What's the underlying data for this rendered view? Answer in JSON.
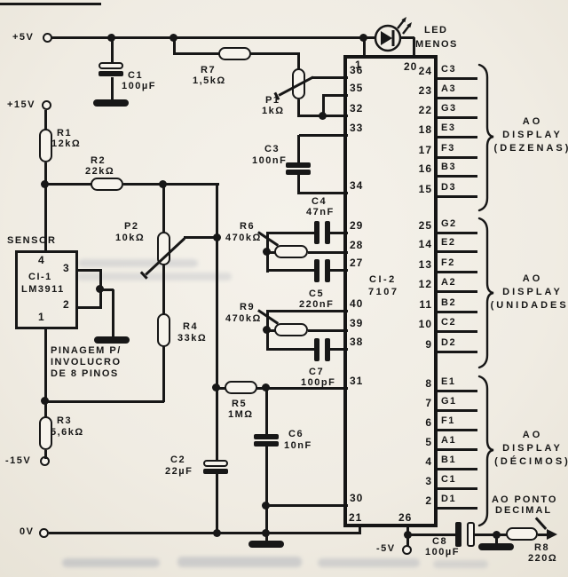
{
  "power": {
    "plus5": "+5V",
    "plus15": "+15V",
    "minus15": "-15V",
    "zero": "0V",
    "minus5": "-5V"
  },
  "led": {
    "line1": "LED",
    "line2": "MENOS"
  },
  "sensor": {
    "title": "SENSOR",
    "chip1": "CI-1",
    "chip2": "LM3911",
    "pin_top": "4",
    "pin_right_upper": "3",
    "pin_right_lower": "2",
    "pin_bottom": "1",
    "note1": "PINAGEM P/",
    "note2": "INVOLUCRO",
    "note3": "DE 8 PINOS"
  },
  "components": {
    "r1": {
      "name": "R1",
      "value": "12kΩ"
    },
    "r2": {
      "name": "R2",
      "value": "22kΩ"
    },
    "r3": {
      "name": "R3",
      "value": "5,6kΩ"
    },
    "r4": {
      "name": "R4",
      "value": "33kΩ"
    },
    "r5": {
      "name": "R5",
      "value": "1MΩ"
    },
    "r6": {
      "name": "R6",
      "value": "470kΩ"
    },
    "r7": {
      "name": "R7",
      "value": "1,5kΩ"
    },
    "r8": {
      "name": "R8",
      "value": "220Ω"
    },
    "r9": {
      "name": "R9",
      "value": "470kΩ"
    },
    "p1": {
      "name": "P1",
      "value": "1kΩ"
    },
    "p2": {
      "name": "P2",
      "value": "10kΩ"
    },
    "c1": {
      "name": "C1",
      "value": "100µF"
    },
    "c2": {
      "name": "C2",
      "value": "22µF"
    },
    "c3": {
      "name": "C3",
      "value": "100nF"
    },
    "c4": {
      "name": "C4",
      "value": "47nF"
    },
    "c5": {
      "name": "C5",
      "value": "220nF"
    },
    "c6": {
      "name": "C6",
      "value": "10nF"
    },
    "c7": {
      "name": "C7",
      "value": "100pF"
    },
    "c8": {
      "name": "C8",
      "value": "100µF"
    }
  },
  "ic": {
    "title1": "CI-2",
    "title2": "7107",
    "pin_top_left": "1",
    "pin_top_right": "20",
    "pin_bottom_left": "21",
    "pin_bottom_right": "26",
    "left_pins": [
      "36",
      "35",
      "32",
      "33",
      "34",
      "29",
      "28",
      "27",
      "40",
      "39",
      "38",
      "31",
      "30"
    ],
    "groups": [
      {
        "pins": [
          [
            "24",
            "C3"
          ],
          [
            "23",
            "A3"
          ],
          [
            "22",
            "G3"
          ],
          [
            "18",
            "E3"
          ],
          [
            "17",
            "F3"
          ],
          [
            "16",
            "B3"
          ],
          [
            "15",
            "D3"
          ]
        ],
        "label1": "AO",
        "label2": "DISPLAY",
        "label3": "(DEZENAS)"
      },
      {
        "pins": [
          [
            "25",
            "G2"
          ],
          [
            "14",
            "E2"
          ],
          [
            "13",
            "F2"
          ],
          [
            "12",
            "A2"
          ],
          [
            "11",
            "B2"
          ],
          [
            "10",
            "C2"
          ],
          [
            "9",
            "D2"
          ]
        ],
        "label1": "AO",
        "label2": "DISPLAY",
        "label3": "(UNIDADES)"
      },
      {
        "pins": [
          [
            "8",
            "E1"
          ],
          [
            "7",
            "G1"
          ],
          [
            "6",
            "F1"
          ],
          [
            "5",
            "A1"
          ],
          [
            "4",
            "B1"
          ],
          [
            "3",
            "C1"
          ],
          [
            "2",
            "D1"
          ]
        ],
        "label1": "AO",
        "label2": "DISPLAY",
        "label3": "(DÉCIMOS)"
      }
    ]
  },
  "decimal_point": {
    "line1": "AO PONTO",
    "line2": "DECIMAL"
  }
}
